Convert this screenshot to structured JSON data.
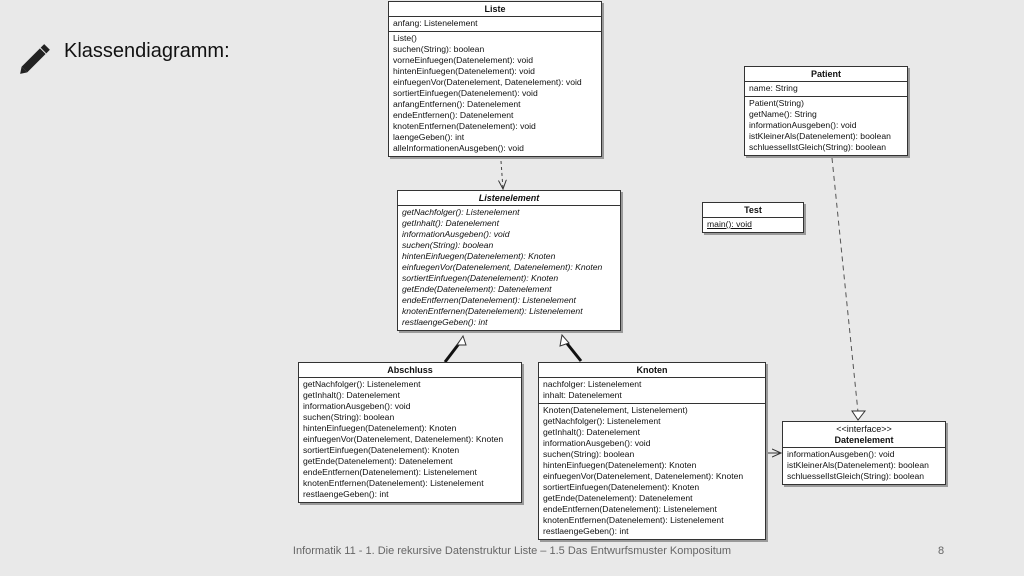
{
  "title": "Klassendiagramm:",
  "footer": "Informatik 11 - 1. Die rekursive Datenstruktur Liste – 1.5 Das Entwurfsmuster Kompositum",
  "page_number": "8",
  "classes": {
    "liste": {
      "name": "Liste",
      "attributes": [
        "anfang: Listenelement"
      ],
      "methods": [
        "Liste()",
        "suchen(String): boolean",
        "vorneEinfuegen(Datenelement): void",
        "hintenEinfuegen(Datenelement): void",
        "einfuegenVor(Datenelement, Datenelement): void",
        "sortiertEinfuegen(Datenelement): void",
        "anfangEntfernen(): Datenelement",
        "endeEntfernen(): Datenelement",
        "knotenEntfernen(Datenelement): void",
        "laengeGeben(): int",
        "alleInformationenAusgeben(): void"
      ]
    },
    "patient": {
      "name": "Patient",
      "attributes": [
        "name: String"
      ],
      "methods": [
        "Patient(String)",
        "getName(): String",
        "informationAusgeben(): void",
        "istKleinerAls(Datenelement): boolean",
        "schluesselIstGleich(String): boolean"
      ]
    },
    "test": {
      "name": "Test",
      "methods": [
        "main(): void"
      ]
    },
    "listenelement": {
      "name": "Listenelement",
      "methods": [
        "getNachfolger(): Listenelement",
        "getInhalt(): Datenelement",
        "informationAusgeben(): void",
        "suchen(String): boolean",
        "hintenEinfuegen(Datenelement): Knoten",
        "einfuegenVor(Datenelement, Datenelement): Knoten",
        "sortiertEinfuegen(Datenelement): Knoten",
        "getEnde(Datenelement): Datenelement",
        "endeEntfernen(Datenelement): Listenelement",
        "knotenEntfernen(Datenelement): Listenelement",
        "restlaengeGeben(): int"
      ]
    },
    "abschluss": {
      "name": "Abschluss",
      "methods": [
        "getNachfolger(): Listenelement",
        "getInhalt(): Datenelement",
        "informationAusgeben(): void",
        "suchen(String): boolean",
        "hintenEinfuegen(Datenelement): Knoten",
        "einfuegenVor(Datenelement, Datenelement): Knoten",
        "sortiertEinfuegen(Datenelement): Knoten",
        "getEnde(Datenelement): Datenelement",
        "endeEntfernen(Datenelement): Listenelement",
        "knotenEntfernen(Datenelement): Listenelement",
        "restlaengeGeben(): int"
      ]
    },
    "knoten": {
      "name": "Knoten",
      "attributes": [
        "nachfolger: Listenelement",
        "inhalt: Datenelement"
      ],
      "methods": [
        "Knoten(Datenelement, Listenelement)",
        "getNachfolger(): Listenelement",
        "getInhalt(): Datenelement",
        "informationAusgeben(): void",
        "suchen(String): boolean",
        "hintenEinfuegen(Datenelement): Knoten",
        "einfuegenVor(Datenelement, Datenelement): Knoten",
        "sortiertEinfuegen(Datenelement): Knoten",
        "getEnde(Datenelement): Datenelement",
        "endeEntfernen(Datenelement): Listenelement",
        "knotenEntfernen(Datenelement): Listenelement",
        "restlaengeGeben(): int"
      ]
    },
    "datenelement": {
      "stereotype": "<<interface>>",
      "name": "Datenelement",
      "methods": [
        "informationAusgeben(): void",
        "istKleinerAls(Datenelement): boolean",
        "schluesselIstGleich(String): boolean"
      ]
    }
  }
}
